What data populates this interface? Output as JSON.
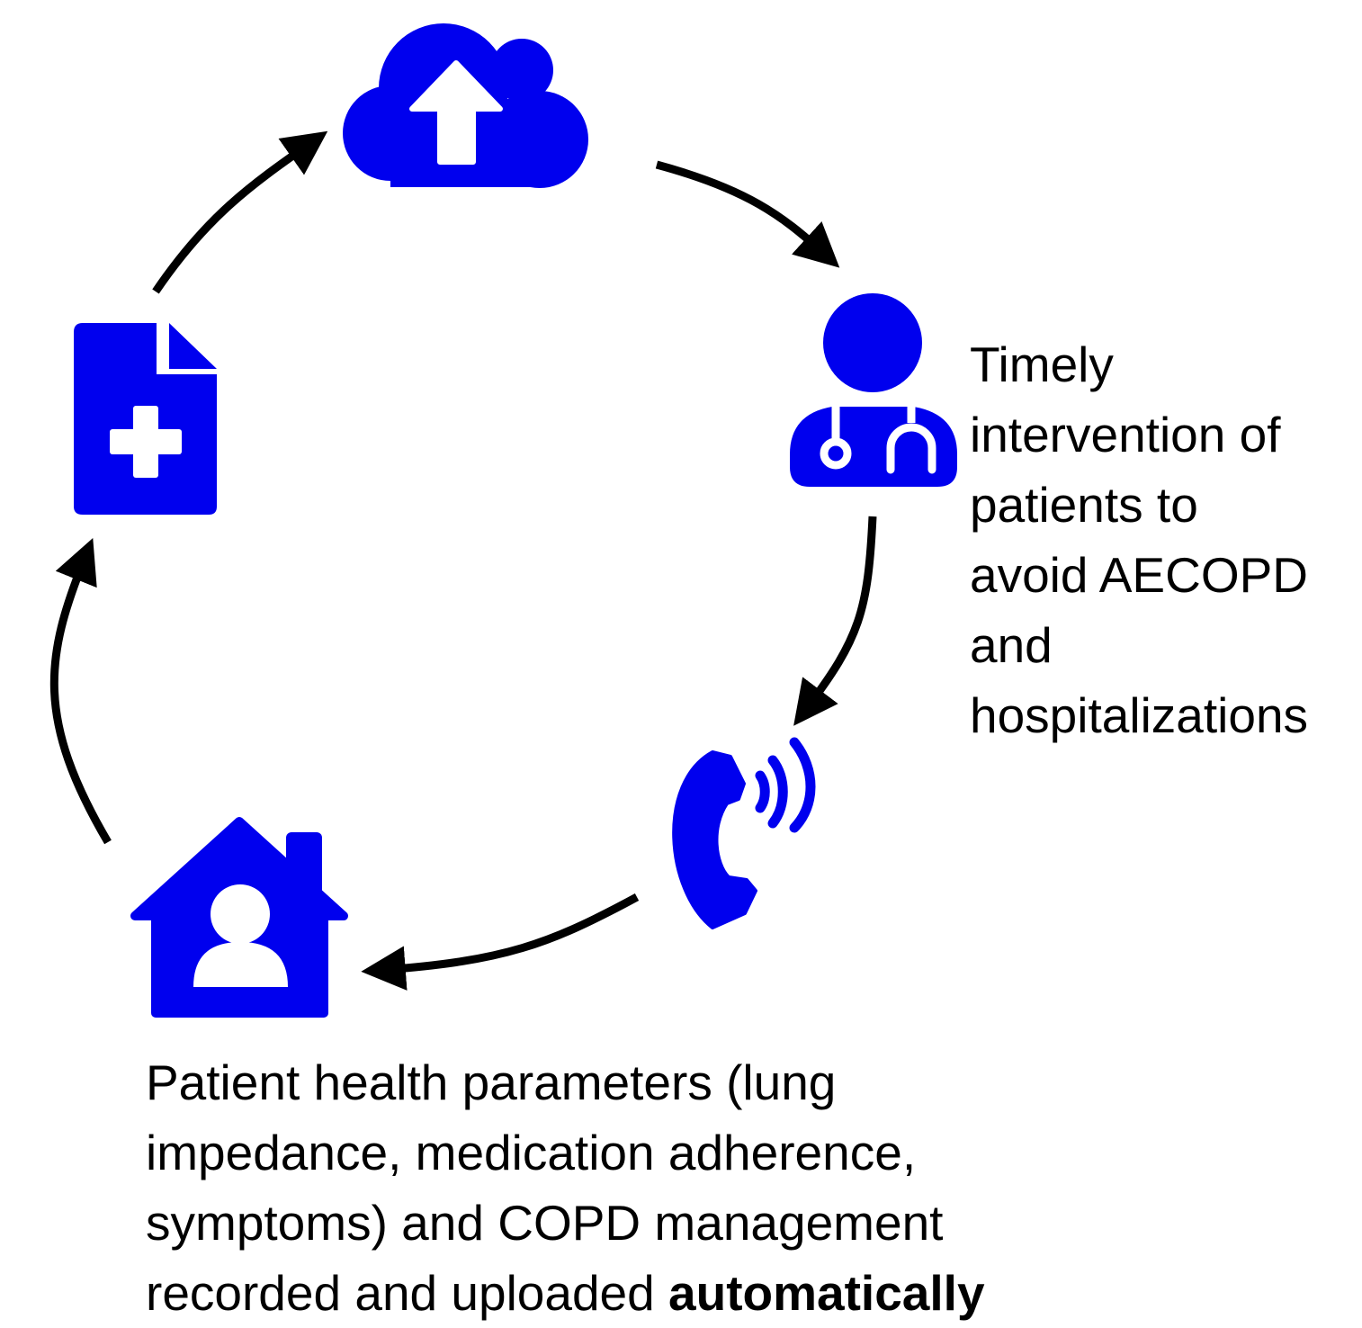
{
  "colors": {
    "icon": "#0000ee",
    "arrow": "#000000",
    "background": "#ffffff",
    "text": "#000000"
  },
  "icons": [
    {
      "id": "cloud",
      "name": "cloud-upload-icon"
    },
    {
      "id": "doctor",
      "name": "doctor-stethoscope-icon"
    },
    {
      "id": "phone",
      "name": "phone-ringing-icon"
    },
    {
      "id": "home",
      "name": "home-patient-icon"
    },
    {
      "id": "record",
      "name": "medical-record-icon"
    }
  ],
  "cycle": [
    "cloud",
    "doctor",
    "phone",
    "home",
    "record"
  ],
  "right_note": {
    "lines": [
      "Timely",
      "intervention of",
      "patients to",
      "avoid AECOPD",
      "and",
      "hospitalizations"
    ]
  },
  "bottom_note": {
    "lines": [
      "Patient health parameters (lung",
      "impedance, medication adherence,",
      "symptoms) and  COPD management"
    ],
    "last_line_regular": "recorded and uploaded ",
    "last_line_bold": "automatically"
  }
}
